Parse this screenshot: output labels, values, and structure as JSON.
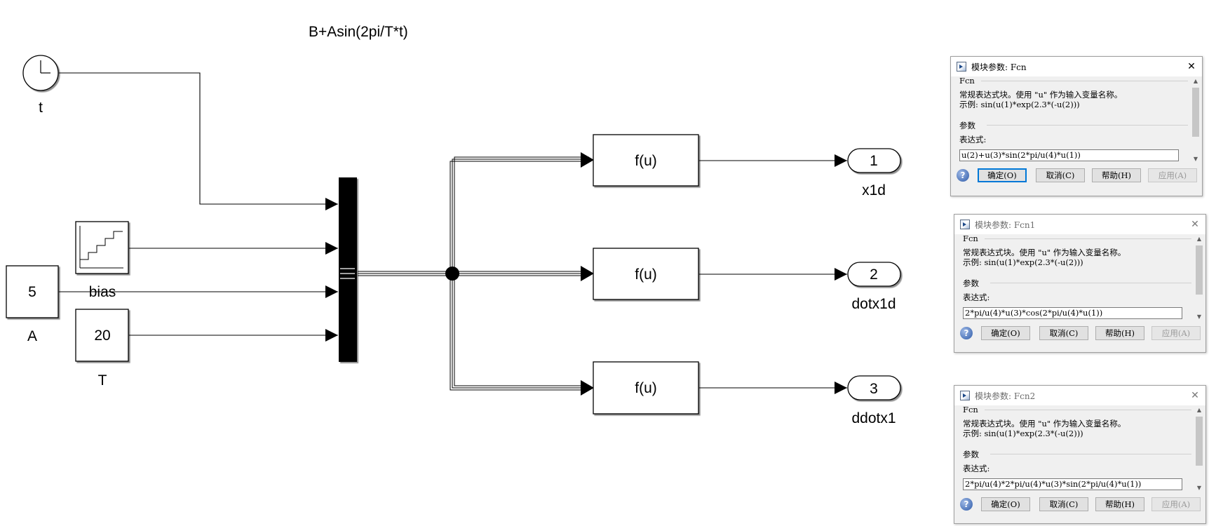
{
  "model": {
    "annotation": "B+Asin(2pi/T*t)",
    "clock": {
      "label": "t"
    },
    "bias": {
      "label": "bias"
    },
    "const_a": {
      "value": "5",
      "label": "A"
    },
    "const_t": {
      "value": "20",
      "label": "T"
    },
    "fcn_blocks": [
      {
        "text": "f(u)"
      },
      {
        "text": "f(u)"
      },
      {
        "text": "f(u)"
      }
    ],
    "outports": [
      {
        "number": "1",
        "label": "x1d"
      },
      {
        "number": "2",
        "label": "dotx1d"
      },
      {
        "number": "3",
        "label": "ddotx1"
      }
    ]
  },
  "dialogs": [
    {
      "title": "模块参数: Fcn",
      "active": true,
      "group": "Fcn",
      "desc_line1": "常规表达式块。使用 \"u\" 作为输入变量名称。",
      "desc_line2": "示例: sin(u(1)*exp(2.3*(-u(2)))",
      "params_label": "参数",
      "expr_label": "表达式:",
      "expression": "u(2)+u(3)*sin(2*pi/u(4)*u(1))",
      "ok": "确定(O)",
      "cancel": "取消(C)",
      "help": "帮助(H)",
      "apply": "应用(A)"
    },
    {
      "title": "模块参数: Fcn1",
      "active": false,
      "group": "Fcn",
      "desc_line1": "常规表达式块。使用 \"u\" 作为输入变量名称。",
      "desc_line2": "示例: sin(u(1)*exp(2.3*(-u(2)))",
      "params_label": "参数",
      "expr_label": "表达式:",
      "expression": "2*pi/u(4)*u(3)*cos(2*pi/u(4)*u(1))",
      "ok": "确定(O)",
      "cancel": "取消(C)",
      "help": "帮助(H)",
      "apply": "应用(A)"
    },
    {
      "title": "模块参数: Fcn2",
      "active": false,
      "group": "Fcn",
      "desc_line1": "常规表达式块。使用 \"u\" 作为输入变量名称。",
      "desc_line2": "示例: sin(u(1)*exp(2.3*(-u(2)))",
      "params_label": "参数",
      "expr_label": "表达式:",
      "expression": "2*pi/u(4)*2*pi/u(4)*u(3)*sin(2*pi/u(4)*u(1))",
      "ok": "确定(O)",
      "cancel": "取消(C)",
      "help": "帮助(H)",
      "apply": "应用(A)"
    }
  ],
  "icons": {
    "dialog_app": "simulink-block-icon",
    "help": "help-question-icon",
    "close": "close-icon",
    "clock": "clock-icon",
    "staircase": "staircase-icon"
  },
  "colors": {
    "block_border": "#000000",
    "block_fill": "#ffffff",
    "primary_button_border": "#0078d7"
  }
}
